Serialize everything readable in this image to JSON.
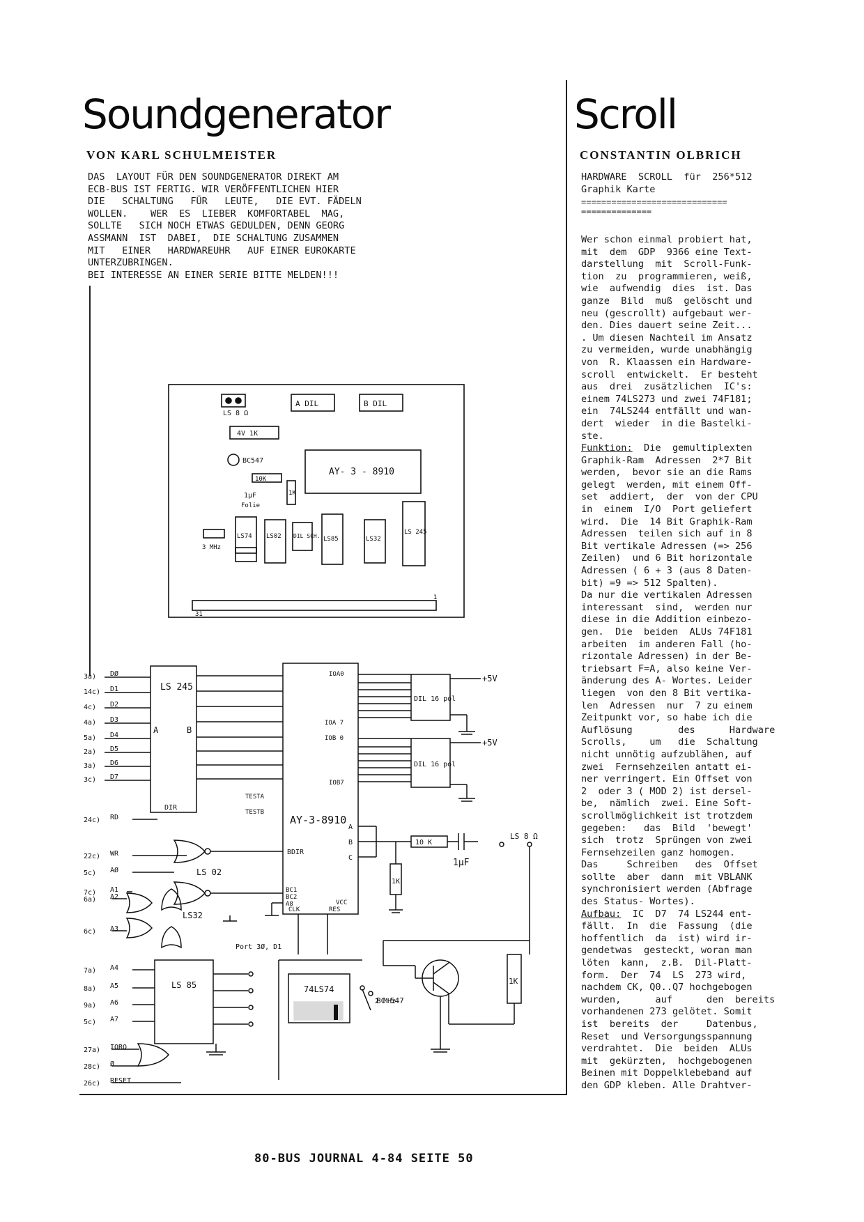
{
  "left": {
    "title": "Soundgenerator",
    "byline": "VON KARL SCHULMEISTER",
    "intro_lines": [
      "DAS  LAYOUT FÜR DEN SOUNDGENERATOR DIREKT AM",
      "ECB-BUS IST FERTIG. WIR VERÖFFENTLICHEN HIER",
      "DIE   SCHALTUNG   FÜR   LEUTE,   DIE EVT. FÄDELN",
      "WOLLEN.    WER  ES  LIEBER  KOMFORTABEL  MAG,",
      "SOLLTE   SICH NOCH ETWAS GEDULDEN, DENN GEORG",
      "ASSMANN  IST  DABEI,  DIE SCHALTUNG ZUSAMMEN",
      "MIT   EINER   HARDWAREUHR   AUF EINER EUROKARTE",
      "UNTERZUBRINGEN.",
      "BEI INTERESSE AN EINER SERIE BITTE MELDEN!!!"
    ],
    "layout_labels": {
      "ls8": "LS 8 Ω",
      "a_dil": "A  DIL",
      "b_dil": "B  DIL",
      "r4k7": "4V 1K",
      "bc547": "BC547",
      "cap": "1µF",
      "folie": "Folie",
      "r10k": "10K",
      "r1k": "1K",
      "ay": "AY- 3 - 8910",
      "xtal": "3 MHz",
      "ic1": "LS74",
      "ic2": "LS02",
      "ic3": "DIL SCH.",
      "ic4": "LS85",
      "ic5": "LS32",
      "ic6": "LS 245",
      "pin31": "31",
      "pin1": "1"
    },
    "schematic_labels": {
      "ls245": "LS 245",
      "a": "A",
      "b": "B",
      "dir": "DIR",
      "ay": "AY-3-8910",
      "bdir": "BDIR",
      "testa": "TESTA",
      "testb": "TESTB",
      "ls02": "LS 02",
      "ls32": "LS32",
      "ls85": "LS 85",
      "ls74": "74LS74",
      "dil1": "DIL 16 pol",
      "dil2": "DIL 16 pol",
      "plus5v_1": "+5V",
      "plus5v_2": "+5V",
      "r10k": "10 K",
      "r1k": "1K",
      "cap": "1µF",
      "ls8": "LS 8 Ω",
      "bc547": "BC 547",
      "r1k_pot": "1K",
      "port": "Port 3Ø, D1",
      "mhz": "2 MHz",
      "clk": "CLK",
      "res": "RES",
      "bc1": "BC1",
      "bc2": "BC2",
      "a8": "A8",
      "vcc": "VCC",
      "ay_a": "A",
      "ay_b": "B",
      "ay_c": "C",
      "ioa0": "IOA0",
      "ioa7": "IOA 7",
      "iob0": "IOB 0",
      "iob7": "IOB7"
    },
    "bus_pins": [
      {
        "pin": "3a",
        "sig": "DØ"
      },
      {
        "pin": "14c",
        "sig": "D1"
      },
      {
        "pin": "4c",
        "sig": "D2"
      },
      {
        "pin": "4a",
        "sig": "D3"
      },
      {
        "pin": "5a",
        "sig": "D4"
      },
      {
        "pin": "2a",
        "sig": "D5"
      },
      {
        "pin": "3a",
        "sig": "D6"
      },
      {
        "pin": "3c",
        "sig": "D7"
      },
      {
        "pin": "24c",
        "sig": "RD"
      },
      {
        "pin": "22c",
        "sig": "WR"
      },
      {
        "pin": "5c",
        "sig": "AØ"
      },
      {
        "pin": "7c",
        "sig": "A1"
      },
      {
        "pin": "6a",
        "sig": "A2"
      },
      {
        "pin": "6c",
        "sig": "A3"
      },
      {
        "pin": "7a",
        "sig": "A4"
      },
      {
        "pin": "8a",
        "sig": "A5"
      },
      {
        "pin": "9a",
        "sig": "A6"
      },
      {
        "pin": "5c",
        "sig": "A7"
      },
      {
        "pin": "27a",
        "sig": "IORQ"
      },
      {
        "pin": "28c",
        "sig": "Ø"
      },
      {
        "pin": "26c",
        "sig": "RESET"
      }
    ]
  },
  "right": {
    "title": "Scroll",
    "byline": "CONSTANTIN OLBRICH",
    "subtitle1": "HARDWARE  SCROLL  für  256*512",
    "subtitle2": "Graphik Karte",
    "rule1": "=============================",
    "rule2": "==============",
    "body_lines": [
      "Wer schon einmal probiert hat,",
      "mit  dem  GDP  9366 eine Text-",
      "darstellung  mit  Scroll-Funk-",
      "tion  zu  programmieren, weiß,",
      "wie  aufwendig  dies  ist. Das",
      "ganze  Bild  muß  gelöscht und",
      "neu (gescrollt) aufgebaut wer-",
      "den. Dies dauert seine Zeit...",
      ". Um diesen Nachteil im Ansatz",
      "zu vermeiden, wurde unabhängig",
      "von  R. Klaassen ein Hardware-",
      "scroll  entwickelt.  Er besteht",
      "aus  drei  zusätzlichen  IC's:",
      "einem 74LS273 und zwei 74F181;",
      "ein  74LS244 entfällt und wan-",
      "dert  wieder  in die Bastelki-",
      "ste.",
      "Funktion:  Die  gemultiplexten",
      "Graphik-Ram  Adressen  2*7 Bit",
      "werden,  bevor sie an die Rams",
      "gelegt  werden, mit einem Off-",
      "set  addiert,  der  von der CPU",
      "in  einem  I/O  Port geliefert",
      "wird.  Die  14 Bit Graphik-Ram",
      "Adressen  teilen sich auf in 8",
      "Bit vertikale Adressen (=> 256",
      "Zeilen)  und 6 Bit horizontale",
      "Adressen ( 6 + 3 (aus 8 Daten-",
      "bit) =9 => 512 Spalten).",
      "Da nur die vertikalen Adressen",
      "interessant  sind,  werden nur",
      "diese in die Addition einbezo-",
      "gen.  Die  beiden  ALUs 74F181",
      "arbeiten  im anderen Fall (ho-",
      "rizontale Adressen) in der Be-",
      "triebsart F=A, also keine Ver-",
      "änderung des A- Wortes. Leider",
      "liegen  von den 8 Bit vertika-",
      "len  Adressen  nur  7 zu einem",
      "Zeitpunkt vor, so habe ich die",
      "Auflösung        des      Hardware",
      "Scrolls,    um   die  Schaltung",
      "nicht unnötig aufzublähen, auf",
      "zwei  Fernsehzeilen antatt ei-",
      "ner verringert. Ein Offset von",
      "2  oder 3 ( MOD 2) ist dersel-",
      "be,  nämlich  zwei. Eine Soft-",
      "scrollmöglichkeit ist trotzdem",
      "gegeben:   das  Bild  'bewegt'",
      "sich  trotz  Sprüngen von zwei",
      "Fernsehzeilen ganz homogen.",
      "Das     Schreiben   des  Offset",
      "sollte  aber  dann  mit VBLANK",
      "synchronisiert werden (Abfrage",
      "des Status- Wortes).",
      "Aufbau:  IC  D7  74 LS244 ent-",
      "fällt.  In  die  Fassung  (die",
      "hoffentlich  da  ist) wird ir-",
      "gendetwas  gesteckt, woran man",
      "löten  kann,  z.B.  Dil-Platt-",
      "form.  Der  74  LS  273 wird,",
      "nachdem CK, Q0..Q7 hochgebogen",
      "wurden,      auf      den  bereits",
      "vorhandenen 273 gelötet. Somit",
      "ist  bereits  der     Datenbus,",
      "Reset  und Versorgungsspannung",
      "verdrahtet.  Die  beiden  ALUs",
      "mit  gekürzten,  hochgebogenen",
      "Beinen mit Doppelklebeband auf",
      "den GDP kleben. Alle Drahtver-"
    ],
    "underlined": {
      "17": "Funktion:",
      "55": "Aufbau:"
    }
  },
  "footer": "80-BUS JOURNAL 4-84 SEITE 50"
}
